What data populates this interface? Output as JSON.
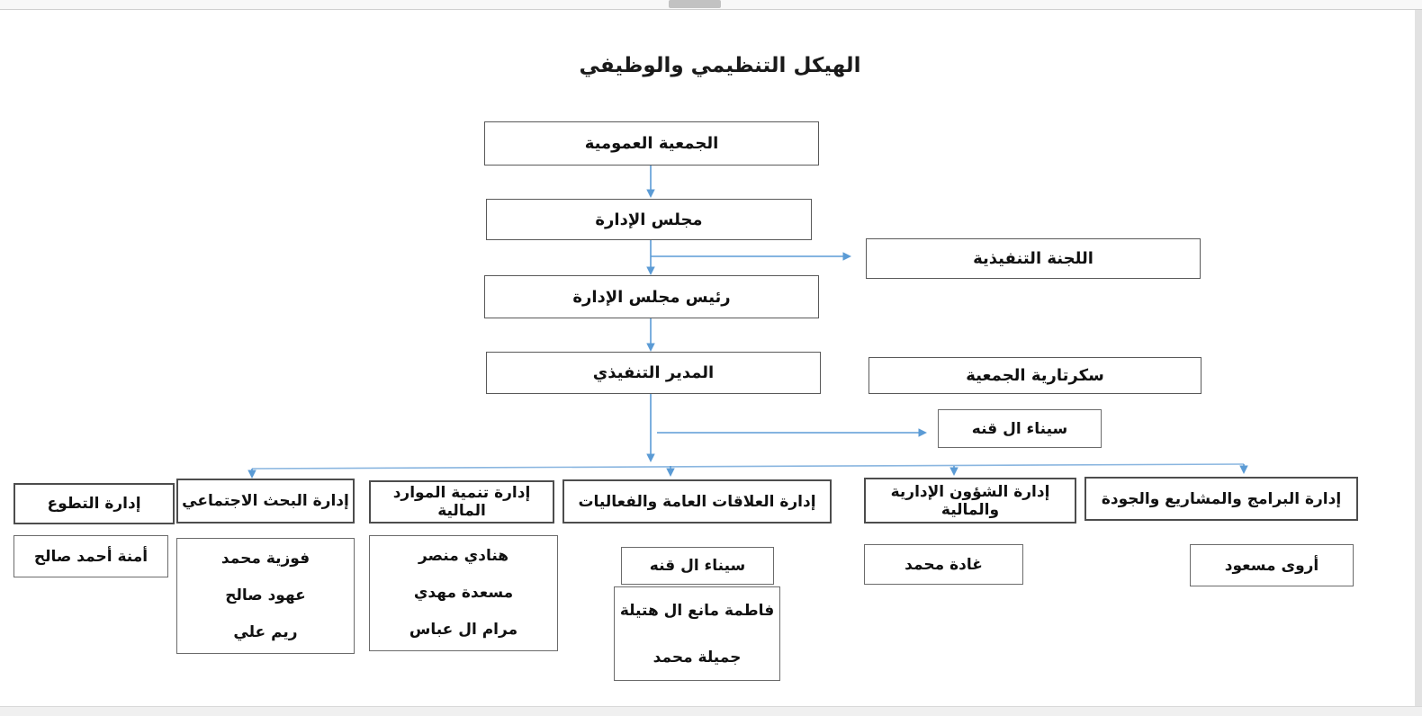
{
  "page": {
    "title": "الهيكل التنظيمي والوظيفي"
  },
  "hierarchy": {
    "general_assembly": "الجمعية العمومية",
    "board": "مجلس الإدارة",
    "executive_committee": "اللجنة التنفيذية",
    "board_chairman": "رئيس مجلس الإدارة",
    "executive_director": "المدير التنفيذي",
    "secretariat": "سكرتارية الجمعية",
    "secretariat_staff": "سيناء ال قنه"
  },
  "departments": [
    {
      "key": "volunteering",
      "name": "إدارة التطوع",
      "staff": [
        "أمنة أحمد صالح"
      ]
    },
    {
      "key": "social-research",
      "name": "إدارة البحث الاجتماعي",
      "staff": [
        "فوزية محمد",
        "عهود صالح",
        "ريم علي"
      ]
    },
    {
      "key": "financial-resources-development",
      "name": "إدارة تنمية الموارد المالية",
      "staff": [
        "هنادي منصر",
        "مسعدة مهدي",
        "مرام ال عباس"
      ]
    },
    {
      "key": "public-relations-events",
      "name": "إدارة العلاقات العامة والفعاليات",
      "staff_head": "سيناء ال قنه",
      "staff": [
        "فاطمة مانع ال هتيلة",
        "جميلة محمد"
      ]
    },
    {
      "key": "admin-financial-affairs",
      "name": "إدارة الشؤون الإدارية والمالية",
      "staff": [
        "غادة محمد"
      ]
    },
    {
      "key": "programs-projects-quality",
      "name": "إدارة البرامج والمشاريع والجودة",
      "staff": [
        "أروى مسعود"
      ]
    }
  ],
  "colors": {
    "connector_blue": "#5b9bd5",
    "distribution_line_blue": "#8ab6e0",
    "box_border_gray": "#595959"
  }
}
